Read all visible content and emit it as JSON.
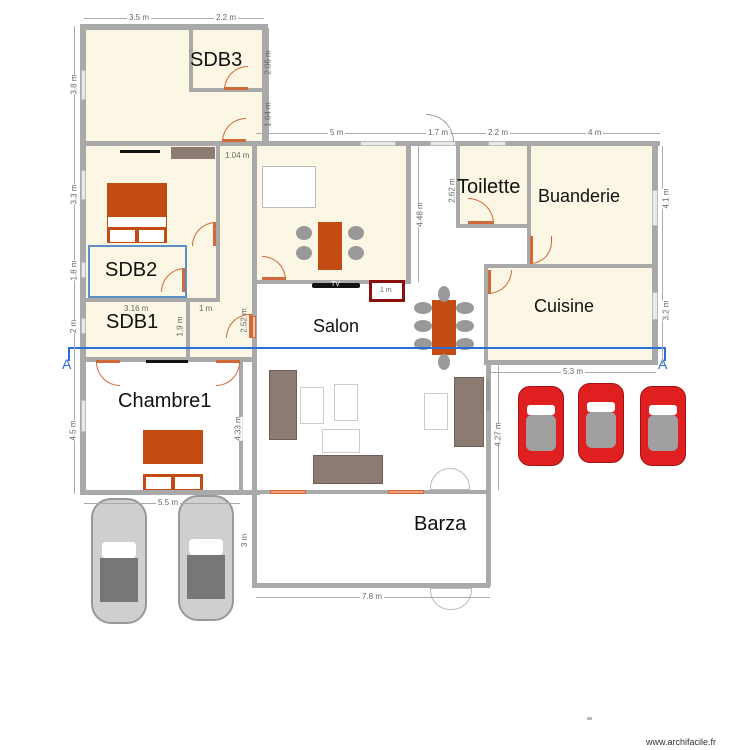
{
  "plan": {
    "rooms": [
      {
        "id": "sdb3",
        "label": "SDB3"
      },
      {
        "id": "sdb2",
        "label": "SDB2"
      },
      {
        "id": "sdb1",
        "label": "SDB1"
      },
      {
        "id": "salon",
        "label": "Salon"
      },
      {
        "id": "toilette",
        "label": "Toilette"
      },
      {
        "id": "buanderie",
        "label": "Buanderie"
      },
      {
        "id": "cuisine",
        "label": "Cuisine"
      },
      {
        "id": "chambre1",
        "label": "Chambre1"
      },
      {
        "id": "barza",
        "label": "Barza"
      }
    ],
    "dimensions": {
      "top_left": "3.5 m",
      "top_sdb3": "2.2 m",
      "sdb3_height": "2.06 m",
      "corridor_height": "1.64 m",
      "left_top_room": "3.8 m",
      "left_bedroom": "3.3 m",
      "left_sdb2": "1.8 m",
      "left_sdb1": "2 m",
      "left_chambre1": "4.5 m",
      "hall_width": "1.04 m",
      "sdb1_width": "3.16 m",
      "passage_width": "1 m",
      "sdb1_height": "1.9 m",
      "passage_height": "2.52 m",
      "office_width": "5 m",
      "entry_width": "1.7 m",
      "toilette_width": "2.2 m",
      "buanderie_width": "4 m",
      "office_height": "4.48 m",
      "toilette_height": "2.62 m",
      "right_buanderie": "4.1 m",
      "right_cuisine": "3.2 m",
      "cuisine_width": "5.3 m",
      "chambre1_height": "4.33 m",
      "garage_right": "4.27 m",
      "bottom_left": "5.5 m",
      "barza_height": "3 m",
      "barza_width": "7.8 m",
      "fireplace": "1 m"
    },
    "section_marker": {
      "left": "A",
      "right": "A",
      "color": "#2a6fd6"
    },
    "tv_label": "TV",
    "colors": {
      "wall": "#a9a9a9",
      "floor": "#fcf6e4",
      "furniture": "#c24c12",
      "sofa": "#8c7b72",
      "car_red": "#e02020",
      "door": "#d06a3a"
    }
  },
  "watermark": "www.archifacile.fr"
}
